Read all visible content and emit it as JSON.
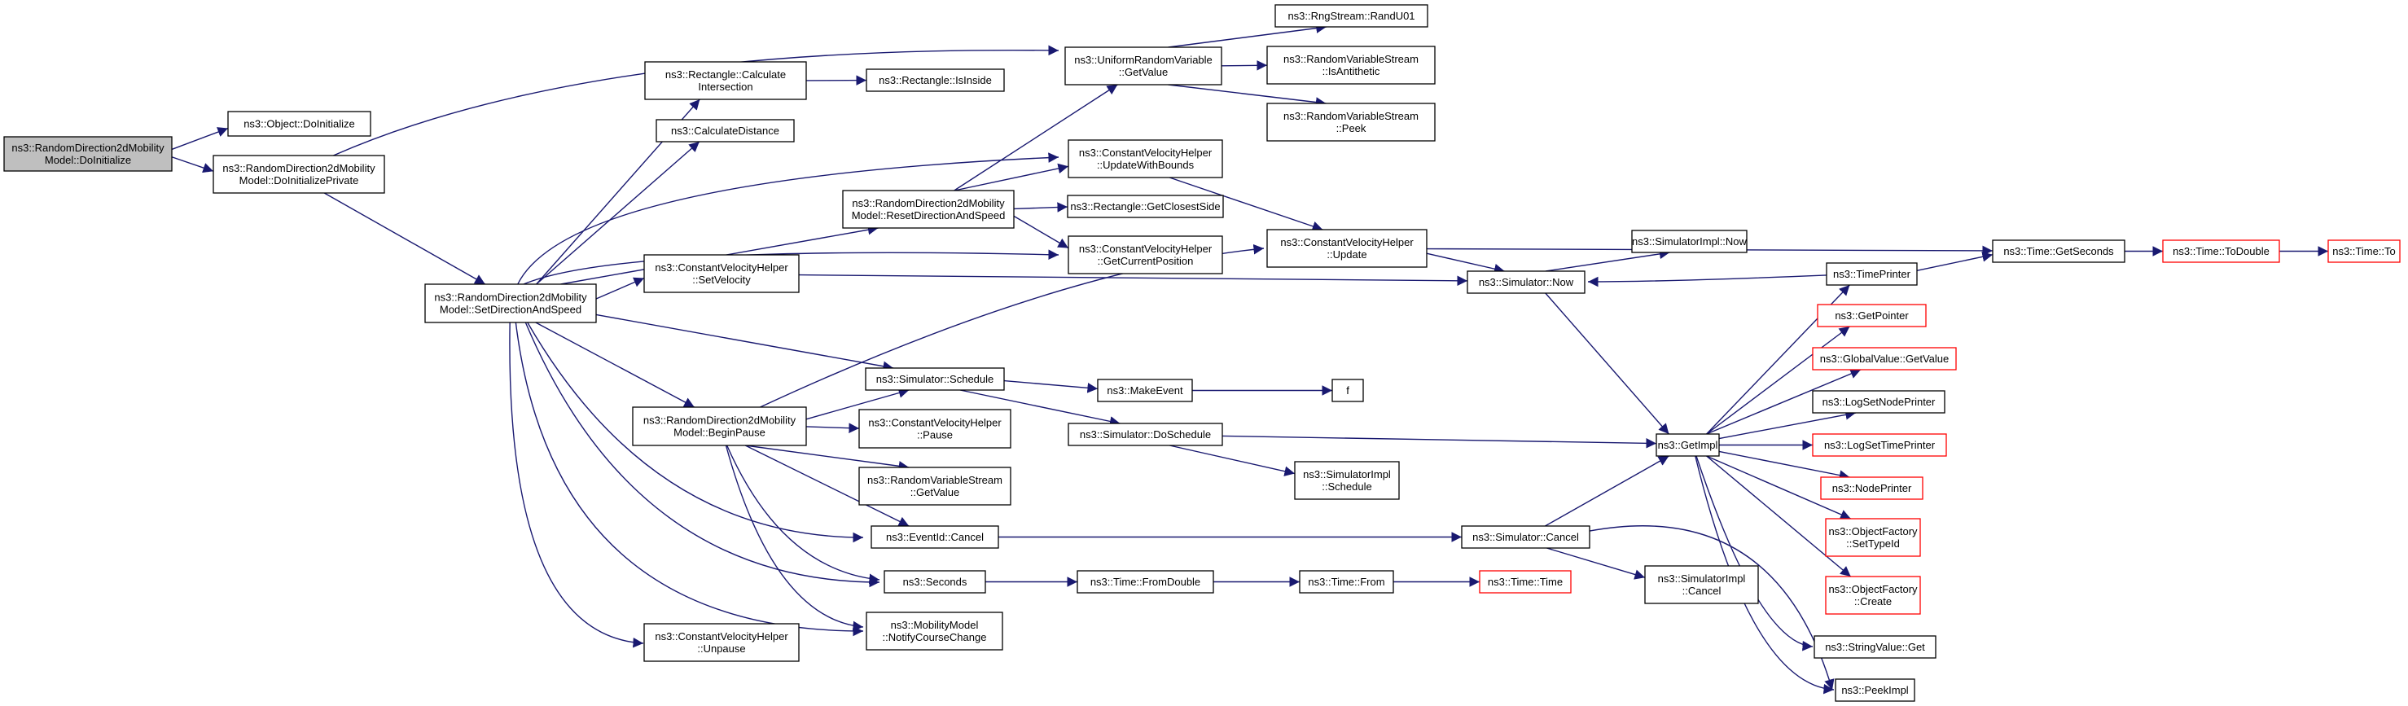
{
  "nodes": [
    {
      "id": "n0",
      "lines": [
        "ns3::RandomDirection2dMobility",
        "Model::DoInitialize"
      ],
      "kind": "root"
    },
    {
      "id": "n1",
      "lines": [
        "ns3::Object::DoInitialize"
      ]
    },
    {
      "id": "n2",
      "lines": [
        "ns3::RandomDirection2dMobility",
        "Model::DoInitializePrivate"
      ]
    },
    {
      "id": "n3",
      "lines": [
        "ns3::RandomDirection2dMobility",
        "Model::SetDirectionAndSpeed"
      ]
    },
    {
      "id": "n4",
      "lines": [
        "ns3::Rectangle::Calculate",
        "Intersection"
      ]
    },
    {
      "id": "n5",
      "lines": [
        "ns3::Rectangle::IsInside"
      ]
    },
    {
      "id": "n6",
      "lines": [
        "ns3::CalculateDistance"
      ]
    },
    {
      "id": "n7",
      "lines": [
        "ns3::RandomDirection2dMobility",
        "Model::ResetDirectionAndSpeed"
      ]
    },
    {
      "id": "n8",
      "lines": [
        "ns3::ConstantVelocityHelper",
        "::SetVelocity"
      ]
    },
    {
      "id": "n9",
      "lines": [
        "ns3::RandomDirection2dMobility",
        "Model::BeginPause"
      ]
    },
    {
      "id": "n10",
      "lines": [
        "ns3::ConstantVelocityHelper",
        "::Unpause"
      ]
    },
    {
      "id": "n11",
      "lines": [
        "ns3::UniformRandomVariable",
        "::GetValue"
      ]
    },
    {
      "id": "n12",
      "lines": [
        "ns3::ConstantVelocityHelper",
        "::UpdateWithBounds"
      ]
    },
    {
      "id": "n13",
      "lines": [
        "ns3::Rectangle::GetClosestSide"
      ]
    },
    {
      "id": "n14",
      "lines": [
        "ns3::ConstantVelocityHelper",
        "::GetCurrentPosition"
      ]
    },
    {
      "id": "n15",
      "lines": [
        "ns3::Simulator::Schedule"
      ]
    },
    {
      "id": "n16",
      "lines": [
        "ns3::ConstantVelocityHelper",
        "::Pause"
      ]
    },
    {
      "id": "n17",
      "lines": [
        "ns3::RandomVariableStream",
        "::GetValue"
      ]
    },
    {
      "id": "n18",
      "lines": [
        "ns3::EventId::Cancel"
      ]
    },
    {
      "id": "n19",
      "lines": [
        "ns3::Seconds"
      ]
    },
    {
      "id": "n20",
      "lines": [
        "ns3::MobilityModel",
        "::NotifyCourseChange"
      ]
    },
    {
      "id": "n21",
      "lines": [
        "ns3::RngStream::RandU01"
      ]
    },
    {
      "id": "n22",
      "lines": [
        "ns3::RandomVariableStream",
        "::IsAntithetic"
      ]
    },
    {
      "id": "n23",
      "lines": [
        "ns3::RandomVariableStream",
        "::Peek"
      ]
    },
    {
      "id": "n24",
      "lines": [
        "ns3::ConstantVelocityHelper",
        "::Update"
      ]
    },
    {
      "id": "n25",
      "lines": [
        "ns3::MakeEvent"
      ]
    },
    {
      "id": "n26",
      "lines": [
        "ns3::Simulator::DoSchedule"
      ]
    },
    {
      "id": "n27",
      "lines": [
        "ns3::Time::FromDouble"
      ]
    },
    {
      "id": "n28",
      "lines": [
        "f"
      ]
    },
    {
      "id": "n29",
      "lines": [
        "ns3::SimulatorImpl",
        "::Schedule"
      ]
    },
    {
      "id": "n30",
      "lines": [
        "ns3::Time::From"
      ]
    },
    {
      "id": "n31",
      "lines": [
        "ns3::Time::Time"
      ],
      "kind": "ext"
    },
    {
      "id": "n32",
      "lines": [
        "ns3::SimulatorImpl::Now"
      ]
    },
    {
      "id": "n33",
      "lines": [
        "ns3::Simulator::Now"
      ]
    },
    {
      "id": "n34",
      "lines": [
        "ns3::Simulator::Cancel"
      ]
    },
    {
      "id": "n35",
      "lines": [
        "ns3::SimulatorImpl",
        "::Cancel"
      ]
    },
    {
      "id": "n36",
      "lines": [
        "ns3::GetImpl"
      ]
    },
    {
      "id": "n37",
      "lines": [
        "ns3::TimePrinter"
      ]
    },
    {
      "id": "n38",
      "lines": [
        "ns3::GetPointer"
      ],
      "kind": "ext"
    },
    {
      "id": "n39",
      "lines": [
        "ns3::GlobalValue::GetValue"
      ],
      "kind": "ext"
    },
    {
      "id": "n40",
      "lines": [
        "ns3::LogSetNodePrinter"
      ]
    },
    {
      "id": "n41",
      "lines": [
        "ns3::LogSetTimePrinter"
      ],
      "kind": "ext"
    },
    {
      "id": "n42",
      "lines": [
        "ns3::NodePrinter"
      ],
      "kind": "ext"
    },
    {
      "id": "n43",
      "lines": [
        "ns3::ObjectFactory",
        "::SetTypeId"
      ],
      "kind": "ext"
    },
    {
      "id": "n44",
      "lines": [
        "ns3::ObjectFactory",
        "::Create"
      ],
      "kind": "ext"
    },
    {
      "id": "n45",
      "lines": [
        "ns3::StringValue::Get"
      ]
    },
    {
      "id": "n46",
      "lines": [
        "ns3::PeekImpl"
      ]
    },
    {
      "id": "n47",
      "lines": [
        "ns3::Time::GetSeconds"
      ]
    },
    {
      "id": "n48",
      "lines": [
        "ns3::Time::ToDouble"
      ],
      "kind": "ext"
    },
    {
      "id": "n49",
      "lines": [
        "ns3::Time::To"
      ],
      "kind": "ext"
    }
  ],
  "edges": [
    [
      "n0",
      "n1"
    ],
    [
      "n0",
      "n2"
    ],
    [
      "n2",
      "n3"
    ],
    [
      "n2",
      "n11"
    ],
    [
      "n3",
      "n4"
    ],
    [
      "n3",
      "n6"
    ],
    [
      "n3",
      "n7"
    ],
    [
      "n3",
      "n12"
    ],
    [
      "n3",
      "n14"
    ],
    [
      "n3",
      "n8"
    ],
    [
      "n3",
      "n15"
    ],
    [
      "n3",
      "n9"
    ],
    [
      "n3",
      "n18"
    ],
    [
      "n3",
      "n19"
    ],
    [
      "n3",
      "n20"
    ],
    [
      "n3",
      "n10"
    ],
    [
      "n4",
      "n5"
    ],
    [
      "n7",
      "n11"
    ],
    [
      "n7",
      "n12"
    ],
    [
      "n7",
      "n13"
    ],
    [
      "n7",
      "n14"
    ],
    [
      "n8",
      "n33"
    ],
    [
      "n9",
      "n24"
    ],
    [
      "n9",
      "n15"
    ],
    [
      "n9",
      "n16"
    ],
    [
      "n9",
      "n17"
    ],
    [
      "n9",
      "n18"
    ],
    [
      "n9",
      "n19"
    ],
    [
      "n9",
      "n20"
    ],
    [
      "n11",
      "n21"
    ],
    [
      "n11",
      "n22"
    ],
    [
      "n11",
      "n23"
    ],
    [
      "n12",
      "n24"
    ],
    [
      "n15",
      "n25"
    ],
    [
      "n15",
      "n26"
    ],
    [
      "n25",
      "n28"
    ],
    [
      "n26",
      "n36"
    ],
    [
      "n26",
      "n29"
    ],
    [
      "n18",
      "n34"
    ],
    [
      "n19",
      "n27"
    ],
    [
      "n27",
      "n30"
    ],
    [
      "n30",
      "n31"
    ],
    [
      "n24",
      "n47"
    ],
    [
      "n24",
      "n33"
    ],
    [
      "n33",
      "n32"
    ],
    [
      "n33",
      "n36"
    ],
    [
      "n34",
      "n36"
    ],
    [
      "n34",
      "n35"
    ],
    [
      "n34",
      "n46"
    ],
    [
      "n36",
      "n37"
    ],
    [
      "n36",
      "n38"
    ],
    [
      "n36",
      "n39"
    ],
    [
      "n36",
      "n40"
    ],
    [
      "n36",
      "n41"
    ],
    [
      "n36",
      "n42"
    ],
    [
      "n36",
      "n43"
    ],
    [
      "n36",
      "n44"
    ],
    [
      "n36",
      "n45"
    ],
    [
      "n36",
      "n46"
    ],
    [
      "n37",
      "n33"
    ],
    [
      "n37",
      "n47"
    ],
    [
      "n47",
      "n48"
    ],
    [
      "n48",
      "n49"
    ]
  ]
}
